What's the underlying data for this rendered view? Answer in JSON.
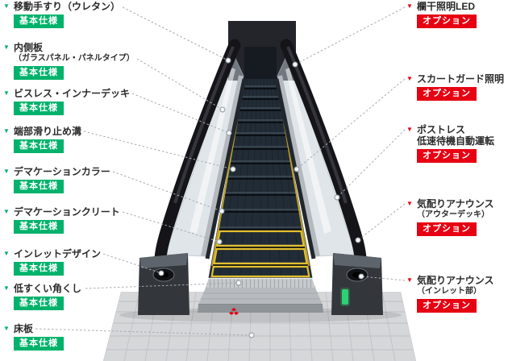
{
  "badges": {
    "basic": "基本仕様",
    "option": "オプション"
  },
  "colors": {
    "basic_green": "#00b26b",
    "option_red": "#e60012",
    "demarcation_yellow": "#e3bf2e"
  },
  "icons": {
    "marker": "▼"
  },
  "left_labels": [
    {
      "text": "移動手すり（ウレタン）"
    },
    {
      "text": "内側板",
      "sub": "（ガラスパネル・パネルタイプ）"
    },
    {
      "text": "ビスレス・インナーデッキ"
    },
    {
      "text": "端部滑り止め溝"
    },
    {
      "text": "デマケーションカラー"
    },
    {
      "text": "デマケーションクリート"
    },
    {
      "text": "インレットデザイン"
    },
    {
      "text": "低すくい角くし"
    },
    {
      "text": "床板"
    }
  ],
  "right_labels": [
    {
      "text": "欄干照明LED"
    },
    {
      "text": "スカートガード照明"
    },
    {
      "text": "ポストレス",
      "line2": "低速待機自動運転"
    },
    {
      "text": "気配りアナウンス",
      "sub": "（アウターデッキ）"
    },
    {
      "text": "気配りアナウンス",
      "sub": "（インレット部）"
    }
  ]
}
